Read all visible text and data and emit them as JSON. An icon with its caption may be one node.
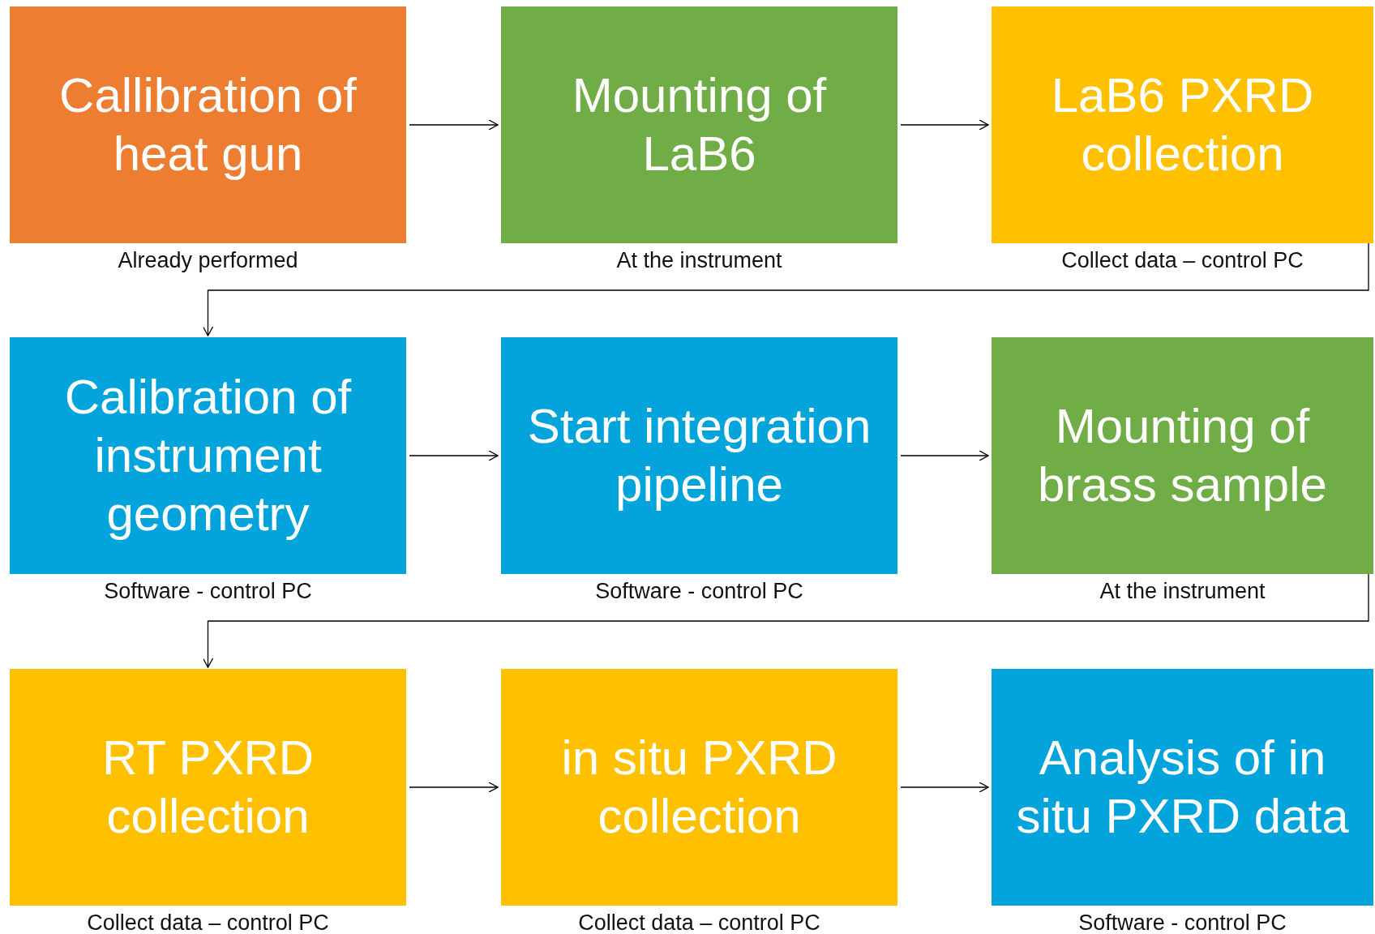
{
  "diagram": {
    "nodes": [
      {
        "text": [
          "Callibration of heat gun"
        ],
        "beside": [
          "Already performed"
        ]
      },
      {
        "text": [
          "Mounting of LaB6"
        ],
        "beside": [
          "At the instrument"
        ]
      },
      {
        "text": [
          "LaB6 PXRD collection"
        ],
        "beside": [
          "Collect data – control PC"
        ]
      },
      {
        "text": [
          "Calibration of instrument geometry"
        ],
        "beside": [
          "Software - control PC"
        ]
      },
      {
        "text": [
          "Start integration pipeline"
        ],
        "beside": [
          "Software - control PC"
        ]
      },
      {
        "text": [
          "Mounting of brass sample"
        ],
        "beside": [
          "At the instrument"
        ]
      },
      {
        "text": [
          "RT PXRD collection"
        ],
        "beside": [
          "Collect data – control PC"
        ]
      },
      {
        "text": [
          "in situ PXRD collection"
        ],
        "beside": [
          "Collect data – control PC"
        ]
      },
      {
        "text": [
          "Analysis of in situ PXRD data"
        ],
        "beside": [
          "Software - control PC"
        ]
      }
    ],
    "edges": [
      {
        "from": 0,
        "to": 1,
        "arrow": "to"
      },
      {
        "from": 1,
        "to": 2,
        "arrow": "to"
      },
      {
        "from": 2,
        "to": 3,
        "arrow": "to"
      },
      {
        "from": 3,
        "to": 4,
        "arrow": "to"
      },
      {
        "from": 4,
        "to": 5,
        "arrow": "to"
      },
      {
        "from": 5,
        "to": 6,
        "arrow": "to"
      },
      {
        "from": 6,
        "to": 7,
        "arrow": "to"
      },
      {
        "from": 7,
        "to": 8,
        "arrow": "to"
      }
    ]
  }
}
